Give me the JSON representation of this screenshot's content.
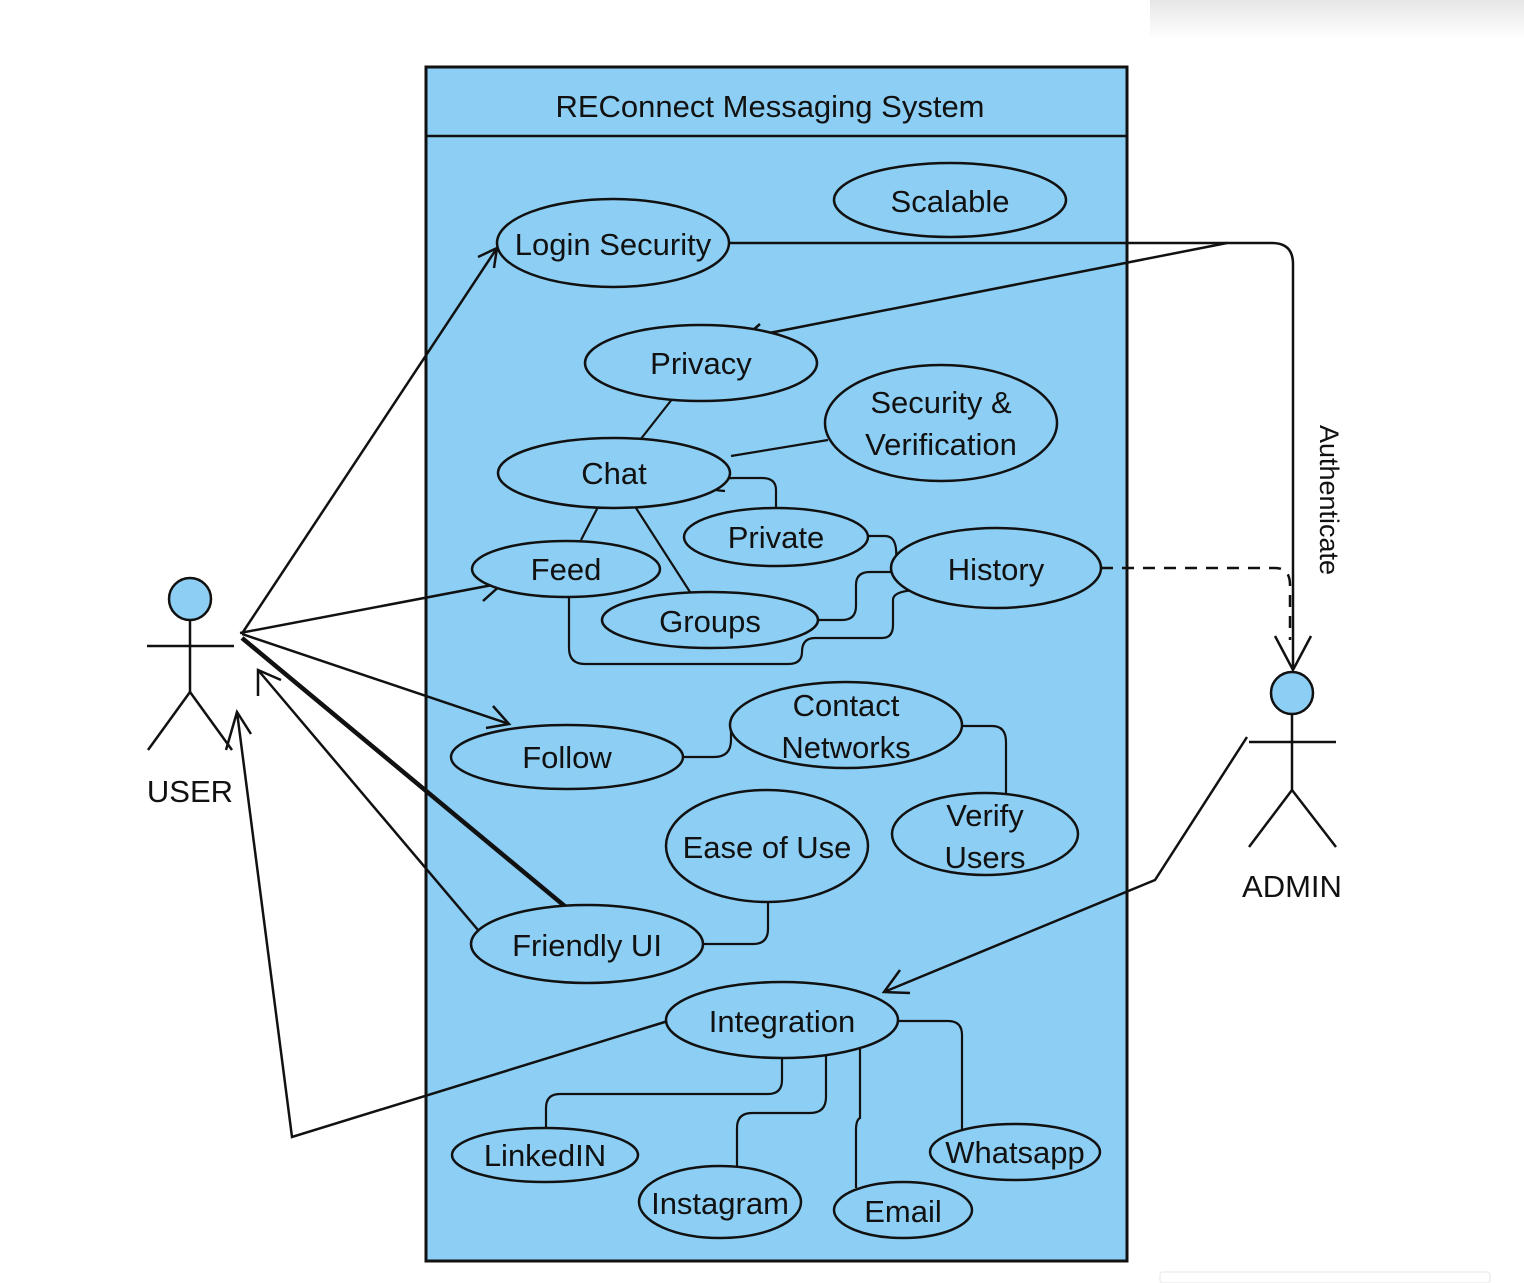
{
  "system": {
    "title": "REConnect Messaging System",
    "fill": "#8dcff4"
  },
  "actors": {
    "user": {
      "label": "USER"
    },
    "admin": {
      "label": "ADMIN"
    }
  },
  "use_cases": {
    "scalable": "Scalable",
    "login_security": "Login Security",
    "privacy": "Privacy",
    "security_line1": "Security &",
    "security_line2": "Verification",
    "chat": "Chat",
    "private": "Private",
    "feed": "Feed",
    "history": "History",
    "groups": "Groups",
    "contact_line1": "Contact",
    "contact_line2": "Networks",
    "follow": "Follow",
    "verify_line1": "Verify",
    "verify_line2": "Users",
    "ease_of_use": "Ease of Use",
    "friendly_ui": "Friendly UI",
    "integration": "Integration",
    "linkedin": "LinkedIN",
    "instagram": "Instagram",
    "email": "Email",
    "whatsapp": "Whatsapp"
  },
  "relations": {
    "authenticate": "Authenticate"
  }
}
